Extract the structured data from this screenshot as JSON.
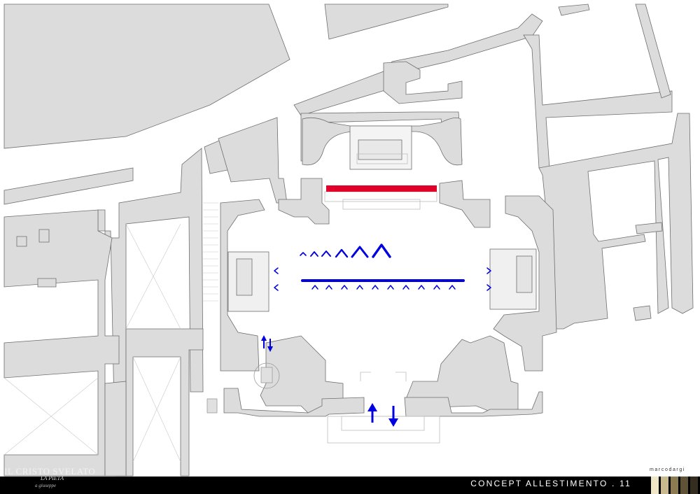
{
  "logo": {
    "title": "IL CRISTO SVELATO",
    "subtitle": "LA PIETÀ",
    "signature": "a giuseppe"
  },
  "footer": {
    "title": "CONCEPT ALLESTIMENTO . 11",
    "studio": "marcodargi"
  },
  "palette": {
    "wall_fill": "#dcdcdc",
    "wall_stroke": "#6e6e6e",
    "flow_blue": "#0000e0",
    "stage_red": "#e0002a",
    "footer_bg": "#000000",
    "swatches": [
      "#efe6c8",
      "#c9b98e",
      "#8c7a52",
      "#5f5236",
      "#352d1f"
    ]
  },
  "legend_marks": {
    "flow_arrows": "blue chevrons and arrows indicating visitor route",
    "display_bar": "red bar at apse"
  }
}
